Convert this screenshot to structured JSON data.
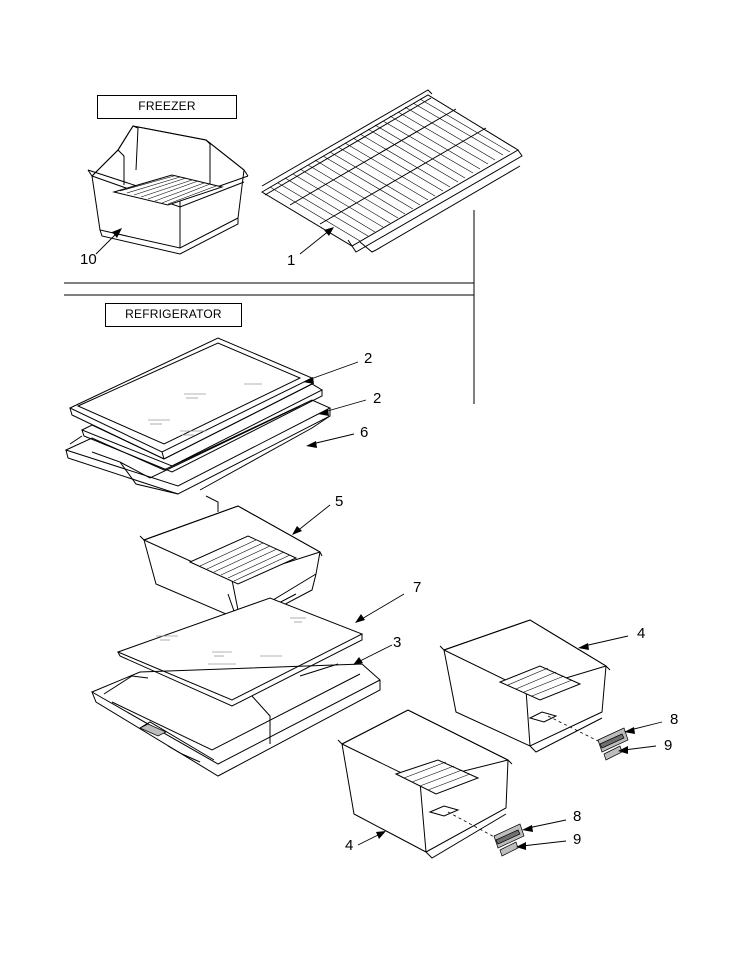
{
  "sections": {
    "freezer": "FREEZER",
    "refrigerator": "REFRIGERATOR"
  },
  "callouts": [
    {
      "id": "10",
      "text": "10"
    },
    {
      "id": "1",
      "text": "1"
    },
    {
      "id": "2a",
      "text": "2"
    },
    {
      "id": "2b",
      "text": "2"
    },
    {
      "id": "6",
      "text": "6"
    },
    {
      "id": "5",
      "text": "5"
    },
    {
      "id": "7",
      "text": "7"
    },
    {
      "id": "3",
      "text": "3"
    },
    {
      "id": "4a",
      "text": "4"
    },
    {
      "id": "8a",
      "text": "8"
    },
    {
      "id": "9a",
      "text": "9"
    },
    {
      "id": "8b",
      "text": "8"
    },
    {
      "id": "9b",
      "text": "9"
    },
    {
      "id": "4b",
      "text": "4"
    }
  ]
}
